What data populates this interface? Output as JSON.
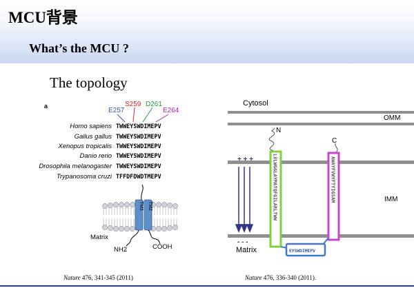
{
  "title": "MCU背景",
  "subtitle": "What’s the MCU ?",
  "section_title": "The topology",
  "left_figure": {
    "panel_label": "a",
    "residue_labels": [
      {
        "text": "E257",
        "color": "#3355bb"
      },
      {
        "text": "S259",
        "color": "#dd2222"
      },
      {
        "text": "D261",
        "color": "#229944"
      },
      {
        "text": "E264",
        "color": "#aa22aa"
      }
    ],
    "species": [
      {
        "name": "Homo sapiens",
        "seq": "TWWEYSWDIMEPV"
      },
      {
        "name": "Gallus gallus",
        "seq": "TWWEYSWDIMEPV"
      },
      {
        "name": "Xenopus tropicalis",
        "seq": "TWWEYSWDIMEPV"
      },
      {
        "name": "Danio rerio",
        "seq": "TWWEYSWDIMEPV"
      },
      {
        "name": "Drosophila melanogaster",
        "seq": "TWWEYSWDIMEPV"
      },
      {
        "name": "Trypanosoma cruzi",
        "seq": "TFFDFDWDTMEPV"
      }
    ],
    "tm1_label": "TM1",
    "tm2_label": "TM2",
    "matrix_label": "Matrix",
    "nh2_label": "NH2",
    "cooh_label": "COOH"
  },
  "right_figure": {
    "cytosol_label": "Cytosol",
    "omm_label": "OMM",
    "imm_label": "IMM",
    "matrix_label": "Matrix",
    "n_label": "N",
    "c_label": "C",
    "plus_signs": "+ + +",
    "minus_signs": "- - -",
    "tm1_sequence": "LVLWGGLAYMATQFGILARLTWW",
    "tm2_sequence": "AWAYFVWYFTYIGSAM",
    "loop_sequence": "EYSWDIMEPV",
    "colors": {
      "tm1": "#7fd13b",
      "tm2": "#cc44cc",
      "loop": "#4477cc",
      "arrow": "#333388"
    }
  },
  "citation_left": {
    "journal": "Nature",
    "ref": " 476, 341-345 (2011)"
  },
  "citation_right": {
    "journal": "Nature",
    "ref": " 476, 336-340 (2011)."
  }
}
